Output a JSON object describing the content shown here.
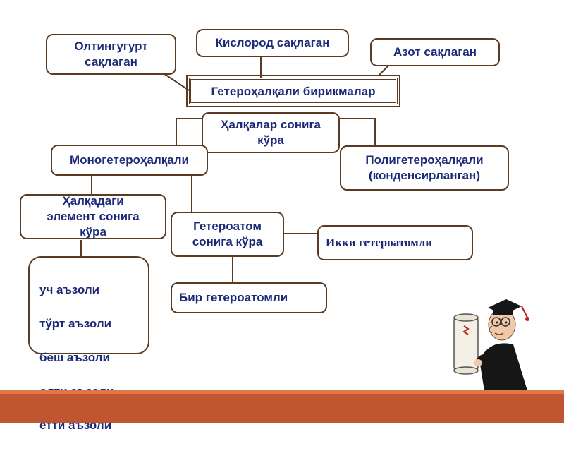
{
  "diagram": {
    "center": "Гетероҳалқали бирикмалар",
    "sulfur": "Олтингугурт\nсақлаган",
    "oxygen": "Кислород сақлаган",
    "nitrogen": "Азот сақлаган",
    "by_rings": "Ҳалқалар сонига\nкўра",
    "mono": "Моногетероҳалқали",
    "poly": "Полигетероҳалқали\n(конденсирланган)",
    "by_element": "Ҳалқадаги\nэлемент сонига\nкўра",
    "by_heteroatom": "Гетероатом\nсонига кўра",
    "two_heteroatoms": "Икки гетероатомли",
    "one_heteroatom": "Бир гетероатомли",
    "ring_sizes": [
      "уч аъзоли",
      "тўрт аъзоли",
      "беш аъзоли",
      "олти аъзоли",
      "етти аъзоли"
    ]
  },
  "colors": {
    "text": "#1c2a78",
    "border": "#5a3a22",
    "bottom_bar": "#c0562f"
  }
}
